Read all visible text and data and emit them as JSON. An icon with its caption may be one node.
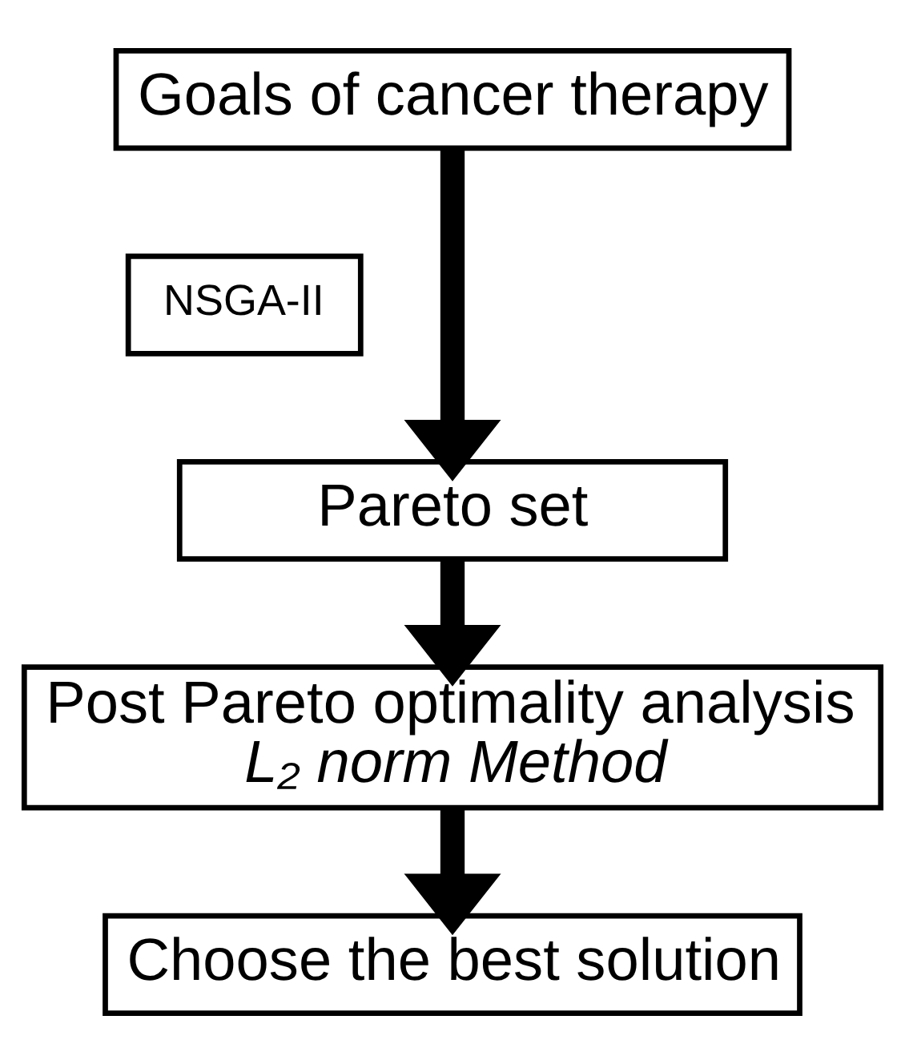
{
  "diagram": {
    "nodes": [
      {
        "text": [
          "Goals of cancer therapy"
        ]
      },
      {
        "text": [
          "NSGA-II"
        ]
      },
      {
        "text": [
          "Pareto set"
        ]
      },
      {
        "text": [
          "Post Pareto optimality analysis",
          "L₂ norm Method"
        ]
      },
      {
        "text": [
          "Choose the best solution"
        ]
      }
    ],
    "edges": [
      {
        "from": 0,
        "to": 2,
        "arrow": "to"
      },
      {
        "from": 2,
        "to": 3,
        "arrow": "to"
      },
      {
        "from": 3,
        "to": 4,
        "arrow": "to"
      }
    ]
  }
}
